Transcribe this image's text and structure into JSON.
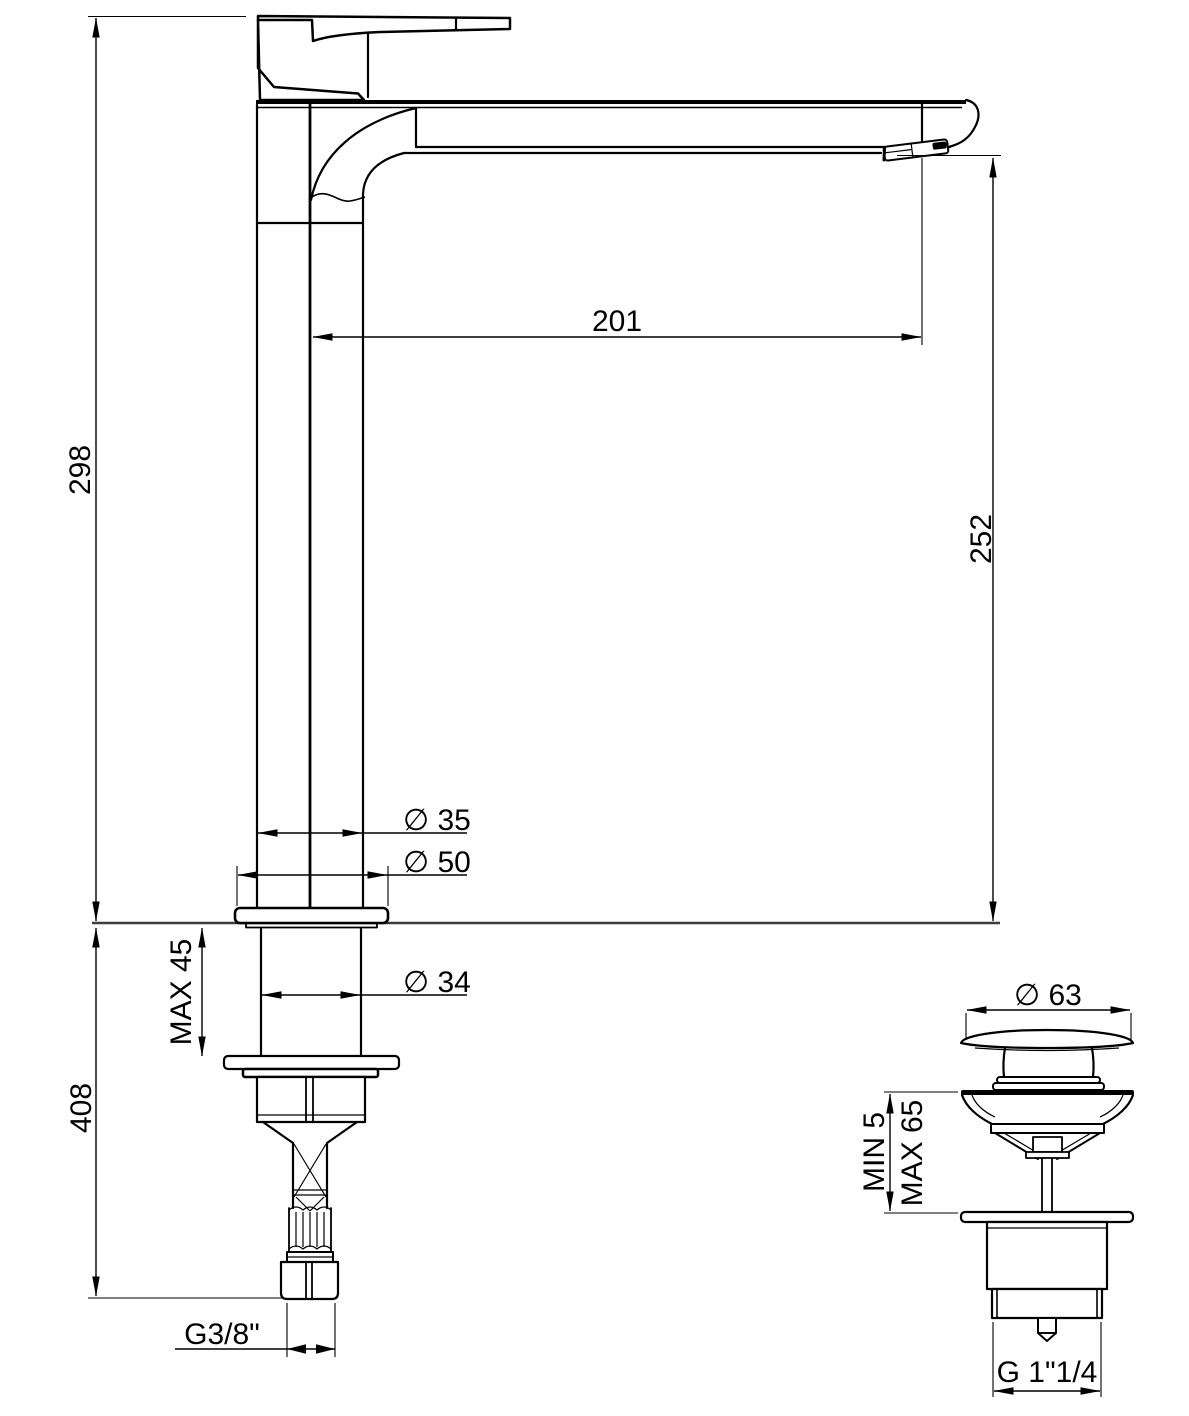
{
  "dims": {
    "total_height": "298",
    "spout_reach": "201",
    "spout_height": "252",
    "body_diameter": "∅ 35",
    "base_diameter": "∅ 50",
    "shank_diameter": "∅ 34",
    "deck_max_thickness": "MAX 45",
    "below_deck_depth": "408",
    "supply_thread": "G3/8\"",
    "waste_cap_diameter": "∅ 63",
    "waste_min_thickness": "MIN 5",
    "waste_max_thickness": "MAX 65",
    "waste_thread": "G 1\"1/4"
  }
}
